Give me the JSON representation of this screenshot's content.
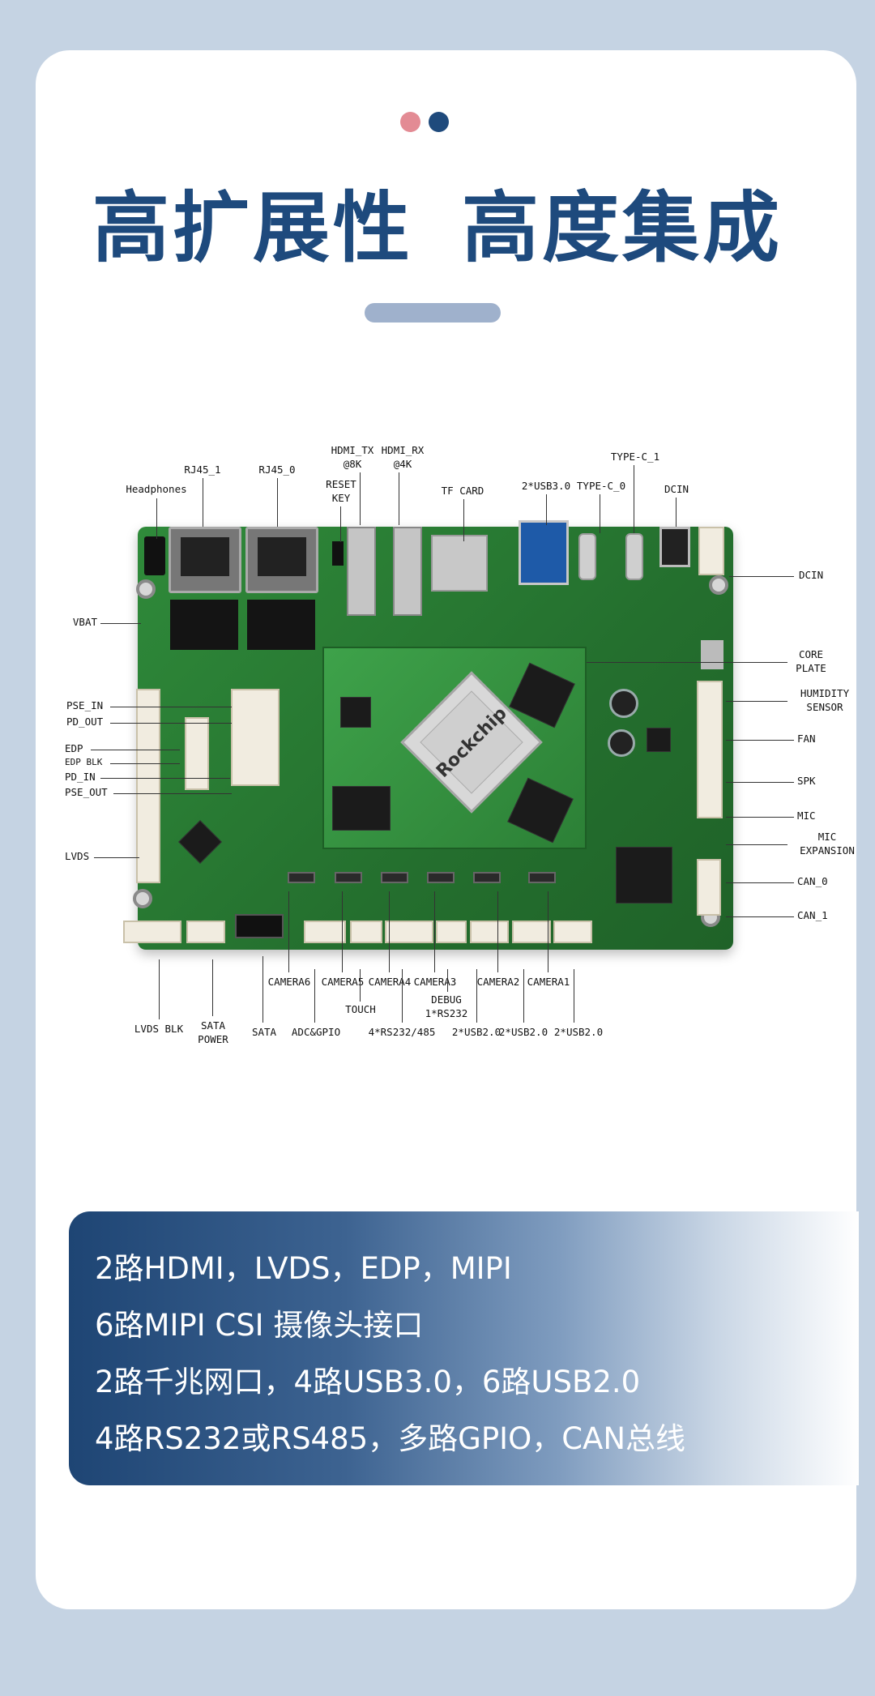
{
  "headline": {
    "part1": "高扩展性",
    "part2": "高度集成"
  },
  "board": {
    "image_alt": "RK3588 development board",
    "chip_label": "Rockchip",
    "labels": {
      "headphones": "Headphones",
      "rj45_1": "RJ45_1",
      "rj45_0": "RJ45_0",
      "hdmi_tx": "HDMI_TX",
      "hdmi_tx_sub": "@8K",
      "reset": "RESET",
      "reset_sub": "KEY",
      "hdmi_rx": "HDMI_RX",
      "hdmi_rx_sub": "@4K",
      "tf_card": "TF CARD",
      "usb30": "2*USB3.0",
      "typec0": "TYPE-C_0",
      "typec1": "TYPE-C_1",
      "dcin_top": "DCIN",
      "dcin_right": "DCIN",
      "vbat": "VBAT",
      "core": "CORE",
      "core_sub": "PLATE",
      "humidity": "HUMIDITY",
      "humidity_sub": "SENSOR",
      "pse_in": "PSE_IN",
      "pd_out": "PD_OUT",
      "edp": "EDP",
      "edp_blk": "EDP BLK",
      "pd_in": "PD_IN",
      "pse_out": "PSE_OUT",
      "fan": "FAN",
      "spk": "SPK",
      "mic": "MIC",
      "mic_exp": "MIC",
      "mic_exp_sub": "EXPANSION",
      "lvds": "LVDS",
      "can0": "CAN_0",
      "can1": "CAN_1",
      "lvds_blk": "LVDS BLK",
      "sata_power": "SATA",
      "sata_power_sub": "POWER",
      "sata": "SATA",
      "camera6": "CAMERA6",
      "adc_gpio": "ADC&GPIO",
      "camera5": "CAMERA5",
      "touch": "TOUCH",
      "camera4": "CAMERA4",
      "rs232_485": "4*RS232/485",
      "camera3": "CAMERA3",
      "debug": "DEBUG",
      "debug_sub": "1*RS232",
      "usb20_a": "2*USB2.0",
      "camera2": "CAMERA2",
      "usb20_b": "2*USB2.0",
      "camera1": "CAMERA1",
      "usb20_c": "2*USB2.0"
    }
  },
  "features": [
    "2路HDMI，LVDS，EDP，MIPI",
    "6路MIPI CSI 摄像头接口",
    "2路千兆网口，4路USB3.0，6路USB2.0",
    "4路RS232或RS485，多路GPIO，CAN总线"
  ],
  "colors": {
    "background": "#c5d3e3",
    "headline": "#1e4a7d",
    "dot_pink": "#e38b94",
    "dot_navy": "#1f4a7c",
    "panel_start": "#1e4574"
  }
}
